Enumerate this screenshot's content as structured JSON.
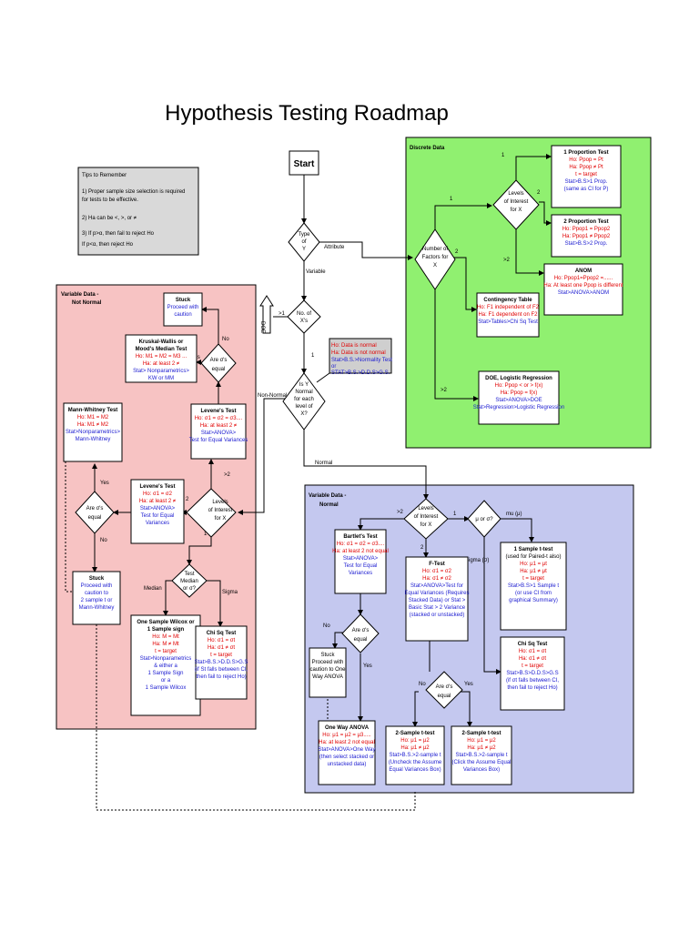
{
  "title": "Hypothesis Testing Roadmap",
  "tips": {
    "heading": "Tips to Remember",
    "lines": [
      "1)  Proper sample size selection is required",
      "     for tests to be effective.",
      "2)  Ha can be <, >, or ≠",
      "3)  If p>α, then fail to reject Ho",
      "     If p<α, then reject Ho"
    ]
  },
  "regions": {
    "discrete": "Discrete Data",
    "not_normal": [
      "Variable Data -",
      "Not Normal"
    ],
    "normal": [
      "Variable Data -",
      "Normal"
    ]
  },
  "start": "Start",
  "doe_arrow": "DOE",
  "decisions": {
    "type_of_y": [
      "Type",
      "of",
      "Y"
    ],
    "no_of_x": [
      "No. of",
      "X's"
    ],
    "is_y_normal": [
      "Is Y",
      "Normal",
      "for each",
      "level of",
      "X?"
    ],
    "disc_levels": [
      "Levels",
      "of Interest",
      "for X"
    ],
    "disc_factors": [
      "Number of",
      "Factors for",
      "X"
    ],
    "nn_levels": [
      "Levels",
      "of Interest",
      "for X"
    ],
    "nn_equal_top": [
      "Are σ's",
      "equal"
    ],
    "nn_equal_left": [
      "Are σ's",
      "equal"
    ],
    "nn_test": [
      "Test",
      "Median",
      "or σ?"
    ],
    "n_levels": [
      "Levels",
      "of Interest",
      "for X"
    ],
    "n_mu": [
      "μ or σ?"
    ],
    "n_equal_left": [
      "Are σ's",
      "equal"
    ],
    "n_equal_mid": [
      "Are σ's",
      "equal"
    ]
  },
  "normality_box": {
    "red": [
      "Ho: Data is normal",
      "Ha: Data is not normal"
    ],
    "blue": [
      "Stat>B.S.>Normality Test",
      "or",
      "STAT>B.S.>D.D.S>G.S."
    ]
  },
  "labels": {
    "attribute": "Attribute",
    "variable": "Variable",
    "gt1": ">1",
    "one": "1",
    "non_normal": "Non-Normal",
    "normal": "Normal",
    "d_one_a": "1",
    "d_two_a": "2",
    "d_one_b": "1",
    "d_two_b": "2",
    "d_gt2_a": ">2",
    "d_gt2_b": ">2",
    "nn_no": "No",
    "nn_yes": "Yes",
    "nn_gt2": ">2",
    "nn_two": "2",
    "nn_one": "1",
    "nn_median": "Median",
    "nn_sigma": "Sigma",
    "nn_yes2": "Yes",
    "nn_no2": "No",
    "n_gt2": ">2",
    "n_one": "1",
    "n_two": "2",
    "n_mu": "mu (μ)",
    "n_sigma": "Sigma (σ)",
    "n_no": "No",
    "n_yes": "Yes",
    "n_no2": "No",
    "n_yes2": "Yes"
  },
  "boxes": {
    "prop1": {
      "title": "1 Proportion Test",
      "red": [
        "Ho: Ppop = Pt",
        "Ha: Ppop ≠ Pt",
        "t = target"
      ],
      "blue": [
        "Stat>B.S>1 Prop.",
        "(same as CI for P)"
      ]
    },
    "prop2": {
      "title": "2 Proportion Test",
      "red": [
        "Ho: Ppop1 = Ppop2",
        "Ha: Ppop1 ≠ Ppop2"
      ],
      "blue": [
        "Stat>B.S>2 Prop."
      ]
    },
    "anom": {
      "title": "ANOM",
      "red": [
        "Ho: Ppop1=Ppop2 =......",
        "Ha: At least one Ppop is different"
      ],
      "blue": [
        "Stat>ANOVA>ANOM"
      ]
    },
    "contingency": {
      "title": "Contingency Table",
      "red": [
        "Ho: F1 independent of F2",
        "Ha: F1 dependent on F2"
      ],
      "blue": [
        "Stat>Tables>Chi Sq Test"
      ]
    },
    "doe": {
      "title": "DOE, Logistic Regression",
      "red": [
        "Ho: Ppop < or > f(x)",
        "Ha: Ppop = f(x)"
      ],
      "blue": [
        "Stat>ANOVA>DOE",
        "Stat>Regression>Logistic Regression"
      ]
    },
    "stuck_top": {
      "title": "Stuck",
      "red": [],
      "blue": [
        "Proceed with",
        "caution"
      ]
    },
    "kruskal": {
      "title": "Kruskal-Wallis or",
      "title2": "Mood's Median Test",
      "red": [
        "Ho: M1 = M2 = M3 ...",
        "Ha: at least 2 ≠"
      ],
      "blue": [
        "Stat> Nonparametrics>",
        "KW or MM"
      ]
    },
    "levene_top": {
      "title": "Levene's Test",
      "red": [
        "Ho: σ1 = σ2 = σ3....",
        "Ha: at least 2 ≠"
      ],
      "blue": [
        "Stat>ANOVA>",
        "Test for Equal Variances"
      ]
    },
    "mann": {
      "title": "Mann-Whitney Test",
      "red": [
        "Ho: M1 = M2",
        "Ha: M1 ≠ M2"
      ],
      "blue": [
        "Stat>Nonparametrics>",
        "Mann-Whitney"
      ]
    },
    "levene_mid": {
      "title": "Levene's Test",
      "red": [
        "Ho: σ1 = σ2",
        "Ha: at least 2 ≠"
      ],
      "blue": [
        "Stat>ANOVA>",
        "Test for Equal",
        "Variances"
      ]
    },
    "stuck_bottom": {
      "title": "Stuck",
      "red": [],
      "blue": [
        "Proceed with",
        "caution to",
        "2 sample t or",
        "Mann-Whitney"
      ]
    },
    "wilcox": {
      "title": "One Sample Wilcox or",
      "title2": "1 Sample sign",
      "red": [
        "Ho: M = Mt",
        "Ha: M ≠ Mt",
        "t = target"
      ],
      "blue": [
        "Stat>Nonparametrics",
        "& either a",
        "1 Sample Sign",
        "or a",
        "1 Sample Wilcox"
      ]
    },
    "chisq_nn": {
      "title": "Chi Sq Test",
      "red": [
        "Ho: σ1 = σt",
        "Ha: σ1 ≠ σt",
        "t = target"
      ],
      "blue": [
        "Stat>B.S.>D.D.S>G.S",
        "(if St falls between CI,",
        "then fail to reject Ho)"
      ]
    },
    "bartlett": {
      "title": "Bartlet's Test",
      "red": [
        "Ho: σ1 = σ2 = σ3....",
        "Ha: at least 2 not equal"
      ],
      "blue": [
        "Stat>ANOVA>",
        "Test for Equal",
        "Variances"
      ]
    },
    "ftest": {
      "title": "F-Test",
      "red": [
        "Ho: σ1 = σ2",
        "Ha: σ1 ≠ σ2"
      ],
      "blue": [
        "Stat>ANOVA>Test for",
        "Equal Variances (Requires",
        "Stacked Data) or Stat >",
        "Basic Stat > 2 Variance",
        "(stacked or unstacked)"
      ]
    },
    "sample1t": {
      "title": "1 Sample t-test",
      "plain": [
        "(used for Paired-t also)"
      ],
      "red": [
        "Ho: μ1 = μt",
        "Ha: μ1 ≠ μt",
        "t = target"
      ],
      "blue": [
        "Stat>B.S>1 Sample t",
        "(or use CI from",
        "graphical Summary)"
      ]
    },
    "chisq_n": {
      "title": "Chi Sq Test",
      "red": [
        "Ho: σ1 = σt",
        "Ha: σ1 ≠ σt",
        "t = target"
      ],
      "blue": [
        "Stat>B.S>D.D.S>G.S",
        "(if σt falls between CI,",
        "then fail to reject Ho)"
      ]
    },
    "stuck_normal": {
      "title": "",
      "red": [],
      "plain": [
        "Stuck",
        "Proceed with",
        "caution to One",
        "Way ANOVA"
      ]
    },
    "oneway": {
      "title": "One Way ANOVA",
      "red": [
        "Ho: μ1 = μ2 = μ3.....",
        "Ha: at least 2 not equal"
      ],
      "blue": [
        "Stat>ANOVA>One Way",
        "(then select stacked or",
        "unstacked data)"
      ]
    },
    "t2_left": {
      "title": "2-Sample t-test",
      "red": [
        "Ho: μ1 = μ2",
        "Ha: μ1 ≠ μ2"
      ],
      "blue": [
        "Stat>B.S.>2-sample t",
        "(Uncheck the Assume",
        "Equal Variances Box)"
      ]
    },
    "t2_right": {
      "title": "2-Sample t-test",
      "red": [
        "Ho: μ1 = μ2",
        "Ha: μ1 ≠ μ2"
      ],
      "blue": [
        "Stat>B.S.>2-sample t",
        "(Click the Assume Equal",
        "Variances Box)"
      ]
    }
  },
  "colors": {
    "discrete_bg": "#90f070",
    "not_normal_bg": "#f7c3c3",
    "normal_bg": "#c4c8ef",
    "tips_bg": "#d9d9d9",
    "normality_bg": "#cfcfcf",
    "red_text": "#e00000",
    "blue_text": "#1a1ad0"
  }
}
